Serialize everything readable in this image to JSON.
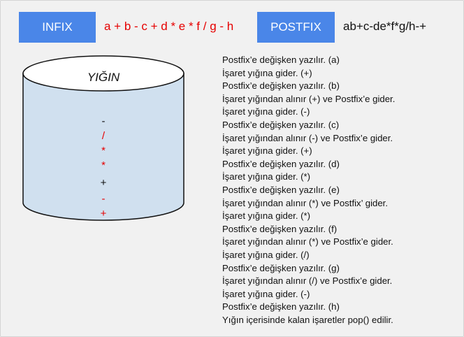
{
  "infix": {
    "label": "INFIX",
    "expression": "a + b - c + d * e * f / g - h"
  },
  "postfix": {
    "label": "POSTFIX",
    "expression": "ab+c-de*f*g/h-+"
  },
  "stack": {
    "title": "YIĞIN",
    "items": [
      {
        "symbol": "-",
        "color": "#111111"
      },
      {
        "symbol": "/",
        "color": "#e60000"
      },
      {
        "symbol": "*",
        "color": "#e60000"
      },
      {
        "symbol": "*",
        "color": "#e60000"
      },
      {
        "symbol": "+",
        "color": "#111111"
      },
      {
        "symbol": "-",
        "color": "#e60000"
      },
      {
        "symbol": "+",
        "color": "#e60000"
      }
    ]
  },
  "steps": [
    "Postfix’e değişken yazılır. (a)",
    "İşaret yığına gider. (+)",
    "Postfix’e değişken yazılır. (b)",
    "İşaret yığından alınır (+) ve Postfix’e gider.",
    "İşaret yığına gider. (-)",
    "Postfix’e değişken yazılır. (c)",
    "İşaret yığından alınır (-) ve Postfix’e gider.",
    "İşaret yığına gider. (+)",
    "Postfix’e değişken yazılır. (d)",
    "İşaret yığına gider. (*)",
    "Postfix’e değişken yazılır. (e)",
    "İşaret yığından alınır (*) ve Postfix’ gider.",
    "İşaret yığına gider. (*)",
    "Postfix’e değişken yazılır. (f)",
    "İşaret yığından alınır (*) ve Postfix’e gider.",
    "İşaret yığına gider. (/)",
    "Postfix’e değişken yazılır. (g)",
    "İşaret yığından alınır (/) ve Postfix’e gider.",
    "İşaret yığına gider. (-)",
    "Postfix’e değişken yazılır. (h)",
    "Yığın içerisinde kalan işaretler pop() edilir."
  ],
  "colors": {
    "label_bg": "#4a86e8",
    "infix_text": "#e60000",
    "cylinder_fill": "#d0e0ef",
    "cylinder_top": "#ffffff",
    "outline": "#111111"
  }
}
